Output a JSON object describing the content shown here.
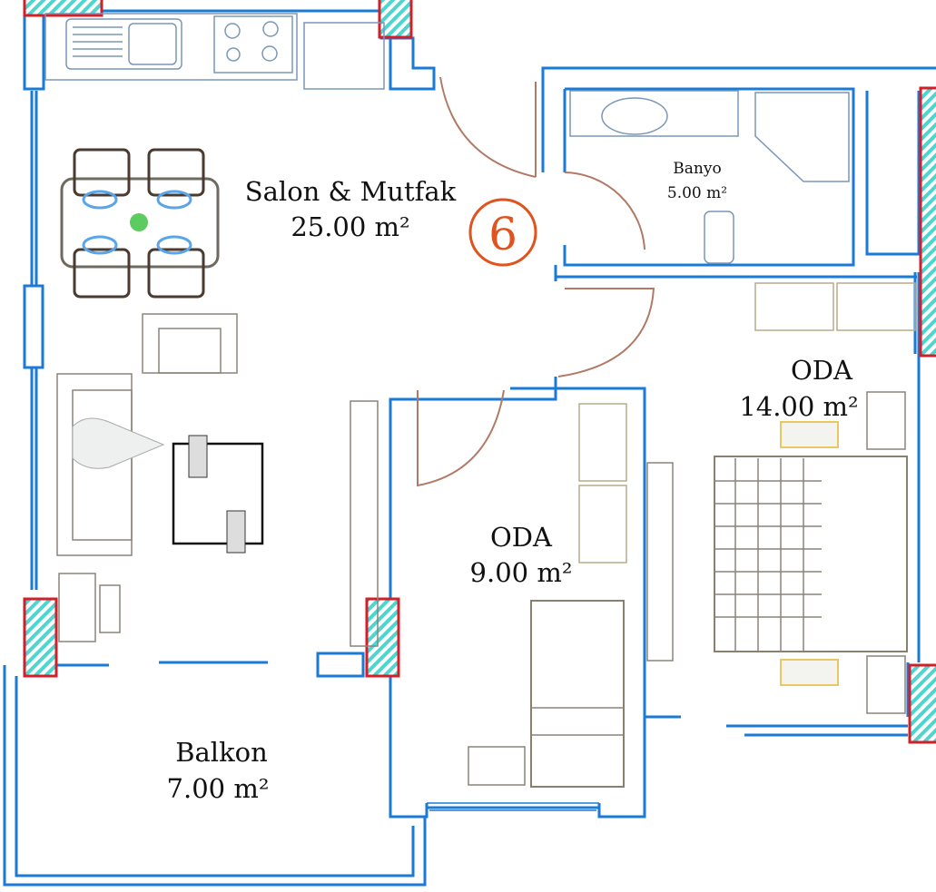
{
  "plan": {
    "unit_number": "6",
    "rooms": [
      {
        "name": "Salon & Mutfak",
        "area": "25.00 m²"
      },
      {
        "name": "Banyo",
        "area": "5.00 m²"
      },
      {
        "name": "ODA",
        "area": "14.00 m²"
      },
      {
        "name": "ODA",
        "area": "9.00 m²"
      },
      {
        "name": "Balkon",
        "area": "7.00 m²"
      }
    ]
  },
  "colors": {
    "wall": "#1a7ad6",
    "pillar": "#d21f2a",
    "hatch": "#4dd6d0",
    "badge": "#e0531e",
    "door": "#b07a66"
  }
}
